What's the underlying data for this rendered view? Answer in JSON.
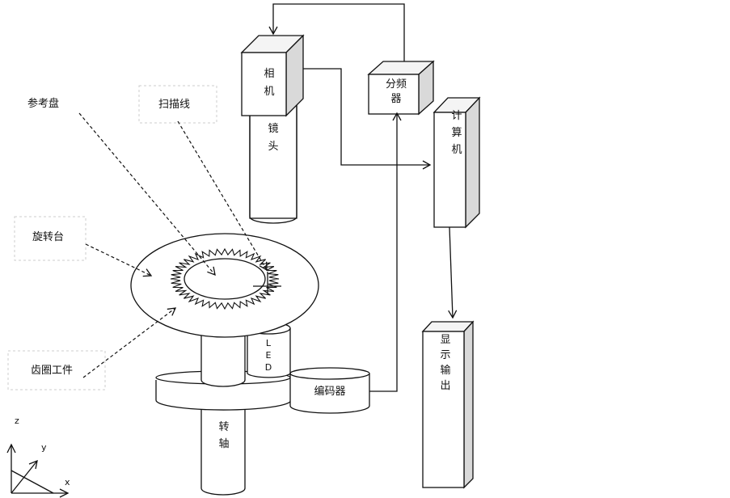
{
  "labels": {
    "camera": [
      "相",
      "机"
    ],
    "lens": [
      "镜",
      "头"
    ],
    "divider": [
      "分频",
      "器"
    ],
    "computer": [
      "计",
      "算",
      "机"
    ],
    "display": [
      "显",
      "示",
      "输",
      "出"
    ],
    "reference_disk": "参考盘",
    "scan_line": "扫描线",
    "turntable": "旋转台",
    "gear_ring": "齿圈工件",
    "led": [
      "L",
      "E",
      "D"
    ],
    "encoder": "编码器",
    "shaft": [
      "转",
      "轴"
    ],
    "axis_z": "z",
    "axis_y": "y",
    "axis_x": "x"
  }
}
